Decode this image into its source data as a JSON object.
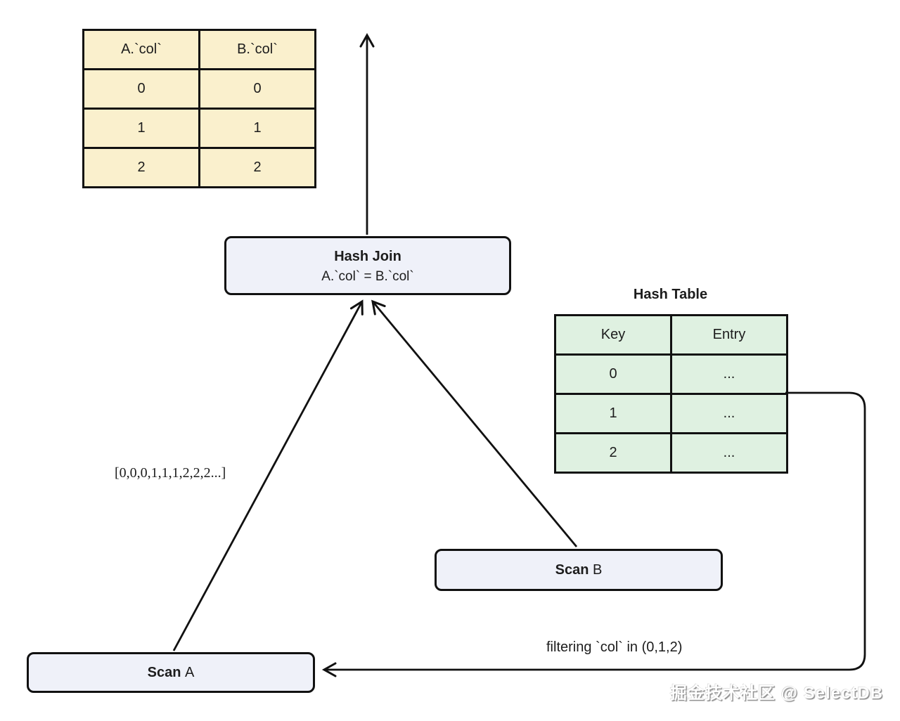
{
  "diagram": {
    "result_table": {
      "headers": [
        "A.`col`",
        "B.`col`"
      ],
      "rows": [
        [
          "0",
          "0"
        ],
        [
          "1",
          "1"
        ],
        [
          "2",
          "2"
        ]
      ]
    },
    "hash_join": {
      "title": "Hash Join",
      "condition": "A.`col` = B.`col`"
    },
    "hash_table": {
      "title": "Hash Table",
      "headers": [
        "Key",
        "Entry"
      ],
      "rows": [
        [
          "0",
          "..."
        ],
        [
          "1",
          "..."
        ],
        [
          "2",
          "..."
        ]
      ]
    },
    "scan_a": {
      "name": "Scan",
      "target": " A"
    },
    "scan_b": {
      "name": "Scan",
      "target": " B"
    },
    "edge_labels": {
      "probe_stream": "[0,0,0,1,1,1,2,2,2...]",
      "runtime_filter": "filtering `col` in (0,1,2)"
    },
    "watermark": "掘金技术社区 @ SelectDB",
    "colors": {
      "result_table_fill": "#faf0cd",
      "hash_table_fill": "#dff1e1",
      "node_fill": "#eff1f9",
      "line": "#111111"
    }
  }
}
